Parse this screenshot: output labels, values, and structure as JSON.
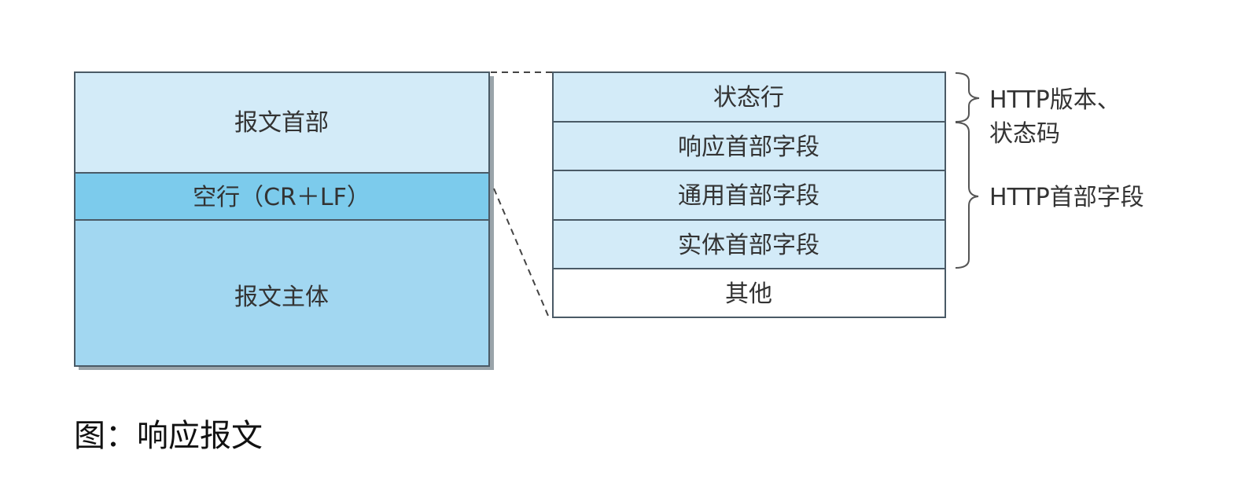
{
  "message": {
    "header": "报文首部",
    "blank_line": "空行（CR＋LF）",
    "body": "报文主体"
  },
  "header_detail": {
    "rows": [
      "状态行",
      "响应首部字段",
      "通用首部字段",
      "实体首部字段",
      "其他"
    ]
  },
  "annotations": {
    "status_line_label_1": "HTTP版本、",
    "status_line_label_2": "状态码",
    "header_fields_label": "HTTP首部字段"
  },
  "caption": "图：响应报文",
  "colors": {
    "header_fill": "#d3ebf8",
    "blank_fill": "#7ccbec",
    "body_fill": "#a2d7f1",
    "detail_fill": "#d3ebf8",
    "other_fill": "#ffffff",
    "border": "#4a5a66"
  }
}
